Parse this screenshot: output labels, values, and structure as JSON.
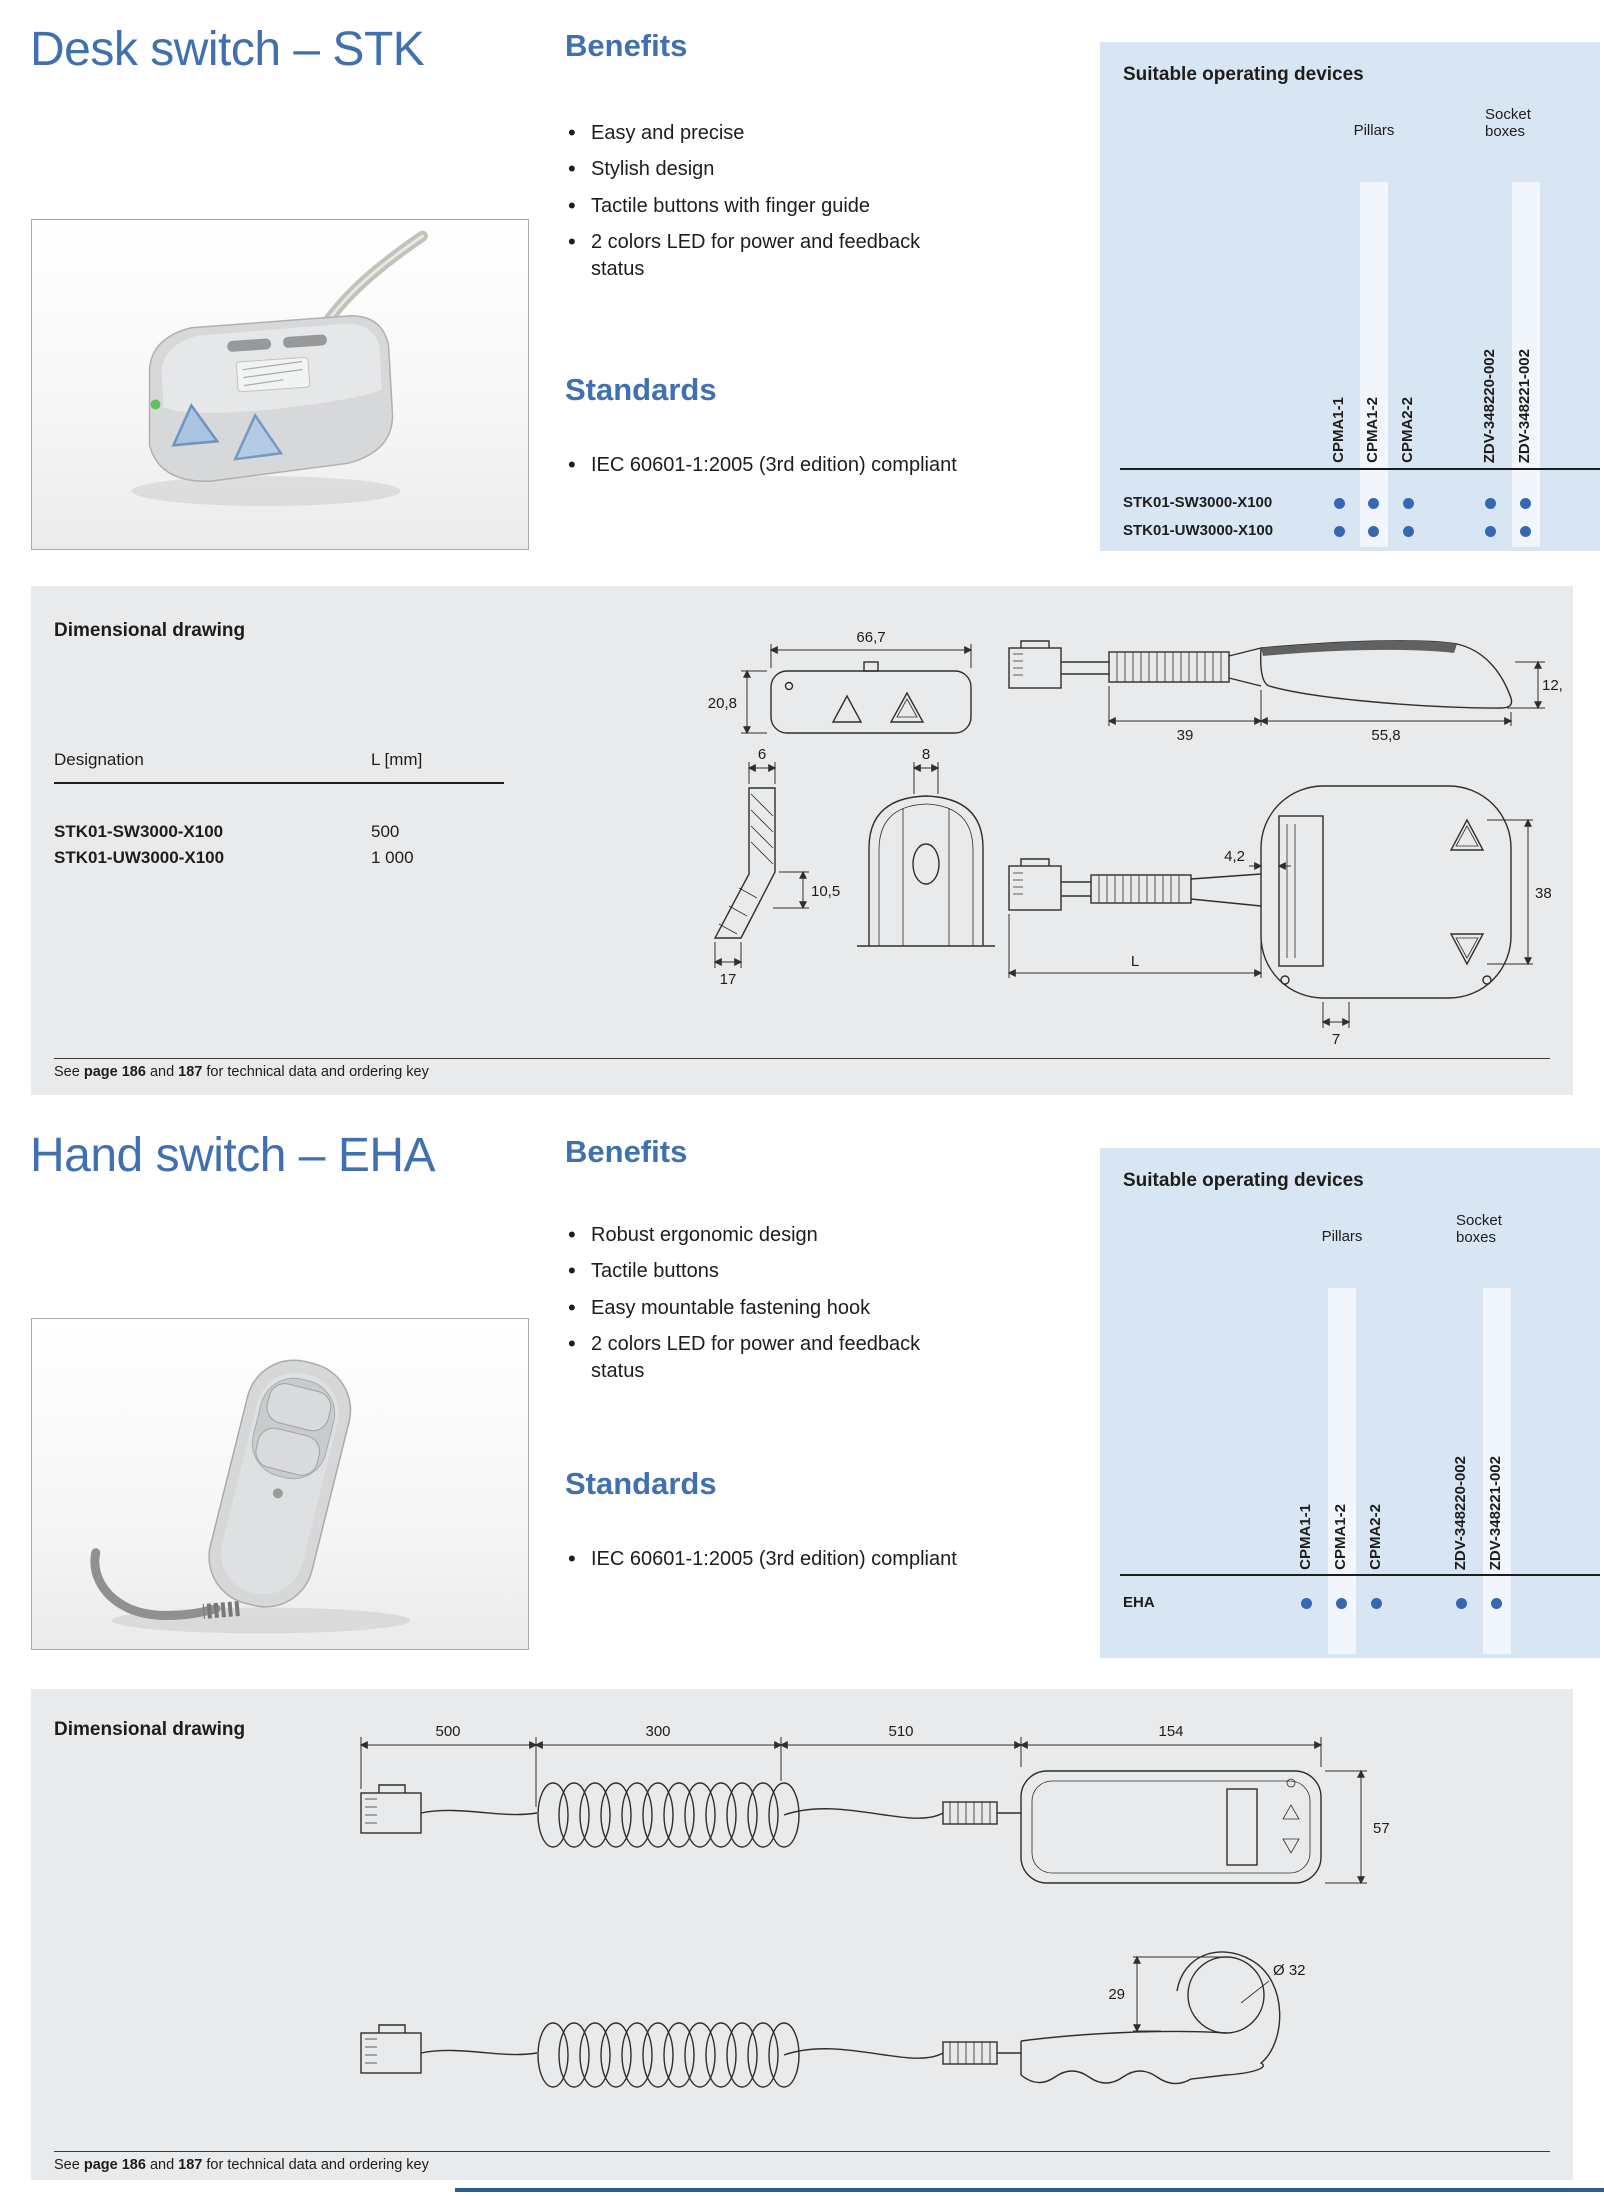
{
  "stk": {
    "title": "Desk switch – STK",
    "benefits_heading": "Benefits",
    "benefits": [
      "Easy and precise",
      "Stylish design",
      "Tactile buttons with finger guide",
      "2 colors LED for power and feedback status"
    ],
    "standards_heading": "Standards",
    "standards": [
      "IEC 60601-1:2005 (3rd edition) compliant"
    ],
    "panel": {
      "title": "Suitable operating devices",
      "group_pillars": "Pillars",
      "group_socket_line1": "Socket",
      "group_socket_line2": "boxes",
      "columns": [
        "CPMA1-1",
        "CPMA1-2",
        "CPMA2-2",
        "ZDV-348220-002",
        "ZDV-348221-002"
      ],
      "rows": [
        {
          "label": "STK01-SW3000-X100"
        },
        {
          "label": "STK01-UW3000-X100"
        }
      ]
    },
    "dim": {
      "heading": "Dimensional drawing",
      "table": {
        "designation_header": "Designation",
        "length_header": "L [mm]",
        "rows": [
          {
            "designation": "STK01-SW3000-X100",
            "length": "500"
          },
          {
            "designation": "STK01-UW3000-X100",
            "length": "1 000"
          }
        ]
      },
      "labels": {
        "top_width": "66,7",
        "top_height": "20,8",
        "cable": "39",
        "body": "55,8",
        "height": "12,",
        "w6": "6",
        "w8": "8",
        "h105": "10,5",
        "h17": "17",
        "d42": "4,2",
        "d38": "38",
        "dL": "L",
        "d7": "7"
      }
    }
  },
  "eha": {
    "title": "Hand switch – EHA",
    "benefits_heading": "Benefits",
    "benefits": [
      "Robust ergonomic design",
      "Tactile buttons",
      "Easy mountable fastening hook",
      "2 colors LED for power and feedback status"
    ],
    "standards_heading": "Standards",
    "standards": [
      "IEC 60601-1:2005 (3rd edition) compliant"
    ],
    "panel": {
      "title": "Suitable operating devices",
      "group_pillars": "Pillars",
      "group_socket_line1": "Socket",
      "group_socket_line2": "boxes",
      "columns": [
        "CPMA1-1",
        "CPMA1-2",
        "CPMA2-2",
        "ZDV-348220-002",
        "ZDV-348221-002"
      ],
      "rows": [
        {
          "label": "EHA"
        }
      ]
    },
    "dim": {
      "heading": "Dimensional drawing",
      "labels": {
        "l500": "500",
        "l300": "300",
        "l510": "510",
        "l154": "154",
        "l57": "57",
        "diameter": "Ø 32",
        "l29": "29"
      }
    }
  },
  "footer_note": {
    "see": "See ",
    "page": "page 186",
    "and": " and ",
    "page2": "187",
    "rest": " for technical data and ordering key"
  },
  "colors": {
    "heading_blue": "#4070b0",
    "panel_blue": "#d8e6f4",
    "dot_blue": "#3568b1",
    "box_gray": "#e9eaeb"
  }
}
